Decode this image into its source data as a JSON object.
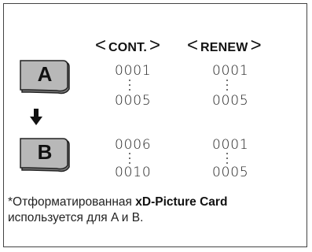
{
  "headers": {
    "left_bracket": "<",
    "right_bracket": ">",
    "cont": "CONT.",
    "renew": "RENEW"
  },
  "cards": {
    "a": {
      "label": "A"
    },
    "b": {
      "label": "B"
    }
  },
  "rows": {
    "a": {
      "cont_start": "0001",
      "cont_end": "0005",
      "renew_start": "0001",
      "renew_end": "0005"
    },
    "b": {
      "cont_start": "0006",
      "cont_end": "0010",
      "renew_start": "0001",
      "renew_end": "0005"
    }
  },
  "note": {
    "mark": "*",
    "text_before": "Отформатированная ",
    "card_name": "xD-Picture Card",
    "text_after": "используется для A и B."
  },
  "colors": {
    "card_fill": "#b8b8b8",
    "card_shade": "#7a7a7a",
    "card_border": "#222222"
  }
}
